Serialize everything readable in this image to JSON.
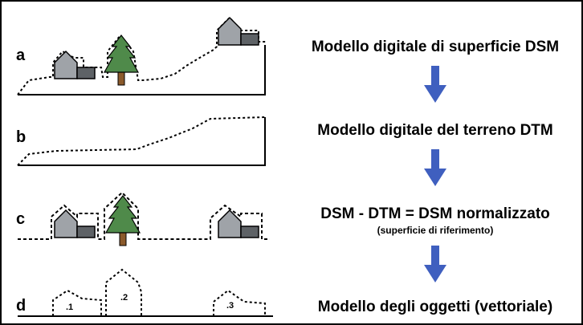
{
  "rows": [
    {
      "letter": "a",
      "label": "Modello digitale di superficie DSM"
    },
    {
      "letter": "b",
      "label": "Modello digitale del terreno DTM"
    },
    {
      "letter": "c",
      "label": "DSM - DTM = DSM normalizzato",
      "sublabel": "(superficie di riferimento)"
    },
    {
      "letter": "d",
      "label": "Modello degli oggetti (vettoriale)"
    }
  ],
  "objects": [
    ".1",
    ".2",
    ".3"
  ],
  "colors": {
    "arrow": "#3f5fbf",
    "house_wall": "#9fa3a8",
    "house_roof": "#9fa3a8",
    "garage": "#5e6266",
    "tree": "#4f8a4a",
    "trunk": "#8b5a2b"
  },
  "icons": [
    "house-icon",
    "tree-icon",
    "down-arrow-icon"
  ]
}
